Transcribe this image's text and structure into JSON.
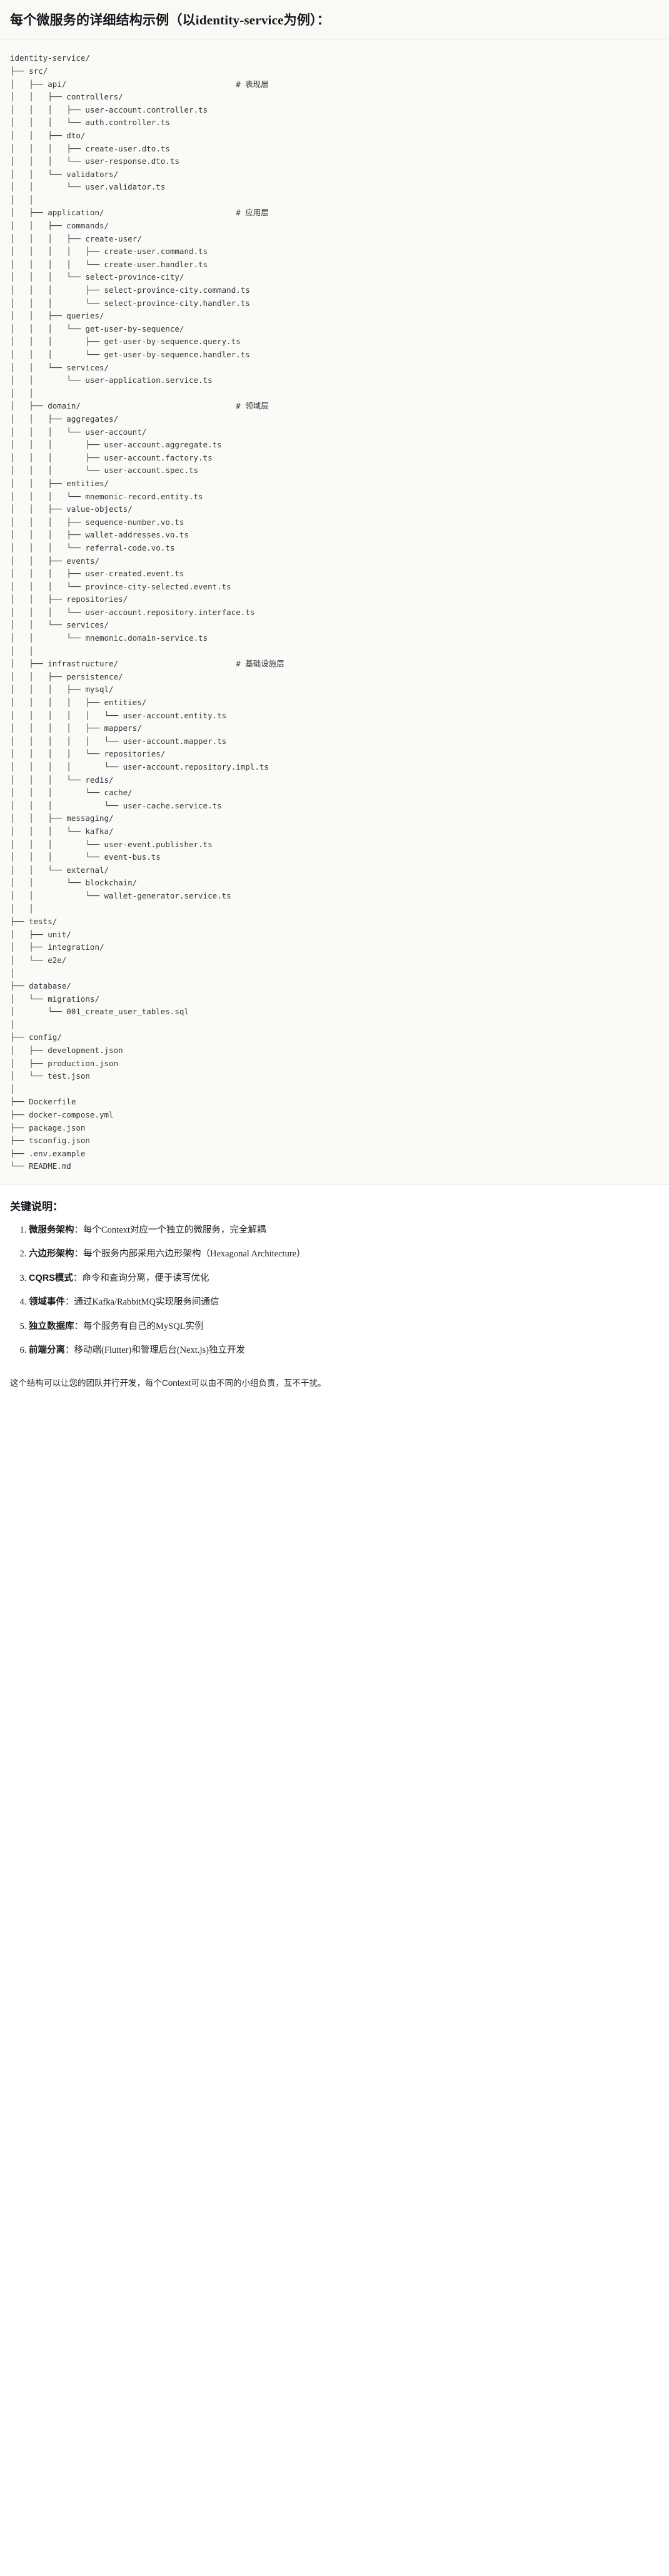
{
  "document": {
    "title": "每个微服务的详细结构示例（以identity-service为例）："
  },
  "tree": {
    "root": "identity-service/",
    "comment_marker": "#",
    "layer_comments": [
      {
        "path": "api/",
        "comment": "# 表现层"
      },
      {
        "path": "application/",
        "comment": "# 应用层"
      },
      {
        "path": "domain/",
        "comment": "# 领域层"
      },
      {
        "path": "infrastructure/",
        "comment": "# 基础设施层"
      }
    ],
    "text": "identity-service/\n├── src/\n│   ├── api/                                    # 表现层\n│   │   ├── controllers/\n│   │   │   ├── user-account.controller.ts\n│   │   │   └── auth.controller.ts\n│   │   ├── dto/\n│   │   │   ├── create-user.dto.ts\n│   │   │   └── user-response.dto.ts\n│   │   └── validators/\n│   │       └── user.validator.ts\n│   │\n│   ├── application/                            # 应用层\n│   │   ├── commands/\n│   │   │   ├── create-user/\n│   │   │   │   ├── create-user.command.ts\n│   │   │   │   └── create-user.handler.ts\n│   │   │   └── select-province-city/\n│   │   │       ├── select-province-city.command.ts\n│   │   │       └── select-province-city.handler.ts\n│   │   ├── queries/\n│   │   │   └── get-user-by-sequence/\n│   │   │       ├── get-user-by-sequence.query.ts\n│   │   │       └── get-user-by-sequence.handler.ts\n│   │   └── services/\n│   │       └── user-application.service.ts\n│   │\n│   ├── domain/                                 # 领域层\n│   │   ├── aggregates/\n│   │   │   └── user-account/\n│   │   │       ├── user-account.aggregate.ts\n│   │   │       ├── user-account.factory.ts\n│   │   │       └── user-account.spec.ts\n│   │   ├── entities/\n│   │   │   └── mnemonic-record.entity.ts\n│   │   ├── value-objects/\n│   │   │   ├── sequence-number.vo.ts\n│   │   │   ├── wallet-addresses.vo.ts\n│   │   │   └── referral-code.vo.ts\n│   │   ├── events/\n│   │   │   ├── user-created.event.ts\n│   │   │   └── province-city-selected.event.ts\n│   │   ├── repositories/\n│   │   │   └── user-account.repository.interface.ts\n│   │   └── services/\n│   │       └── mnemonic.domain-service.ts\n│   │\n│   ├── infrastructure/                         # 基础设施层\n│   │   ├── persistence/\n│   │   │   ├── mysql/\n│   │   │   │   ├── entities/\n│   │   │   │   │   └── user-account.entity.ts\n│   │   │   │   ├── mappers/\n│   │   │   │   │   └── user-account.mapper.ts\n│   │   │   │   └── repositories/\n│   │   │   │       └── user-account.repository.impl.ts\n│   │   │   └── redis/\n│   │   │       └── cache/\n│   │   │           └── user-cache.service.ts\n│   │   ├── messaging/\n│   │   │   └── kafka/\n│   │   │       └── user-event.publisher.ts\n│   │   │       └── event-bus.ts\n│   │   └── external/\n│   │       └── blockchain/\n│   │           └── wallet-generator.service.ts\n│   │\n├── tests/\n│   ├── unit/\n│   ├── integration/\n│   └── e2e/\n│\n├── database/\n│   └── migrations/\n│       └── 001_create_user_tables.sql\n│\n├── config/\n│   ├── development.json\n│   ├── production.json\n│   └── test.json\n│\n├── Dockerfile\n├── docker-compose.yml\n├── package.json\n├── tsconfig.json\n├── .env.example\n└── README.md"
  },
  "key_points": {
    "heading": "关键说明：",
    "items": [
      {
        "term": "微服务架构",
        "separator": "：",
        "description": "每个Context对应一个独立的微服务，完全解耦"
      },
      {
        "term": "六边形架构",
        "separator": "：",
        "description": "每个服务内部采用六边形架构（Hexagonal Architecture）"
      },
      {
        "term": "CQRS模式",
        "separator": "：",
        "description": "命令和查询分离，便于读写优化"
      },
      {
        "term": "领域事件",
        "separator": "：",
        "description": "通过Kafka/RabbitMQ实现服务间通信"
      },
      {
        "term": "独立数据库",
        "separator": "：",
        "description": "每个服务有自己的MySQL实例"
      },
      {
        "term": "前端分离",
        "separator": "：",
        "description": "移动端(Flutter)和管理后台(Next.js)独立开发"
      }
    ]
  },
  "footer": {
    "note": "这个结构可以让您的团队并行开发，每个Context可以由不同的小组负责，互不干扰。"
  }
}
